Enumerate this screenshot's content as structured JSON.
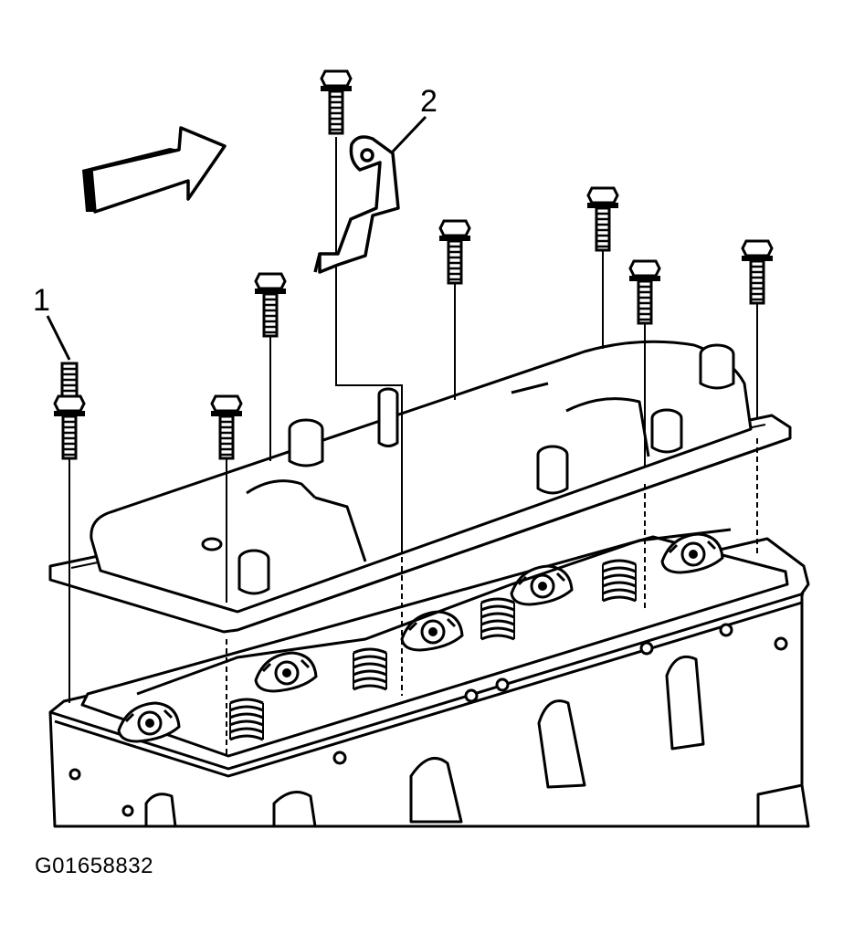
{
  "callouts": {
    "bolt_label": "1",
    "bracket_label": "2"
  },
  "figure_id": "G01658832",
  "icons": {
    "direction_arrow": "arrow-right-icon",
    "bolt": "bolt-icon",
    "bracket": "bracket-icon"
  },
  "colors": {
    "line": "#000000",
    "fill": "#ffffff"
  }
}
